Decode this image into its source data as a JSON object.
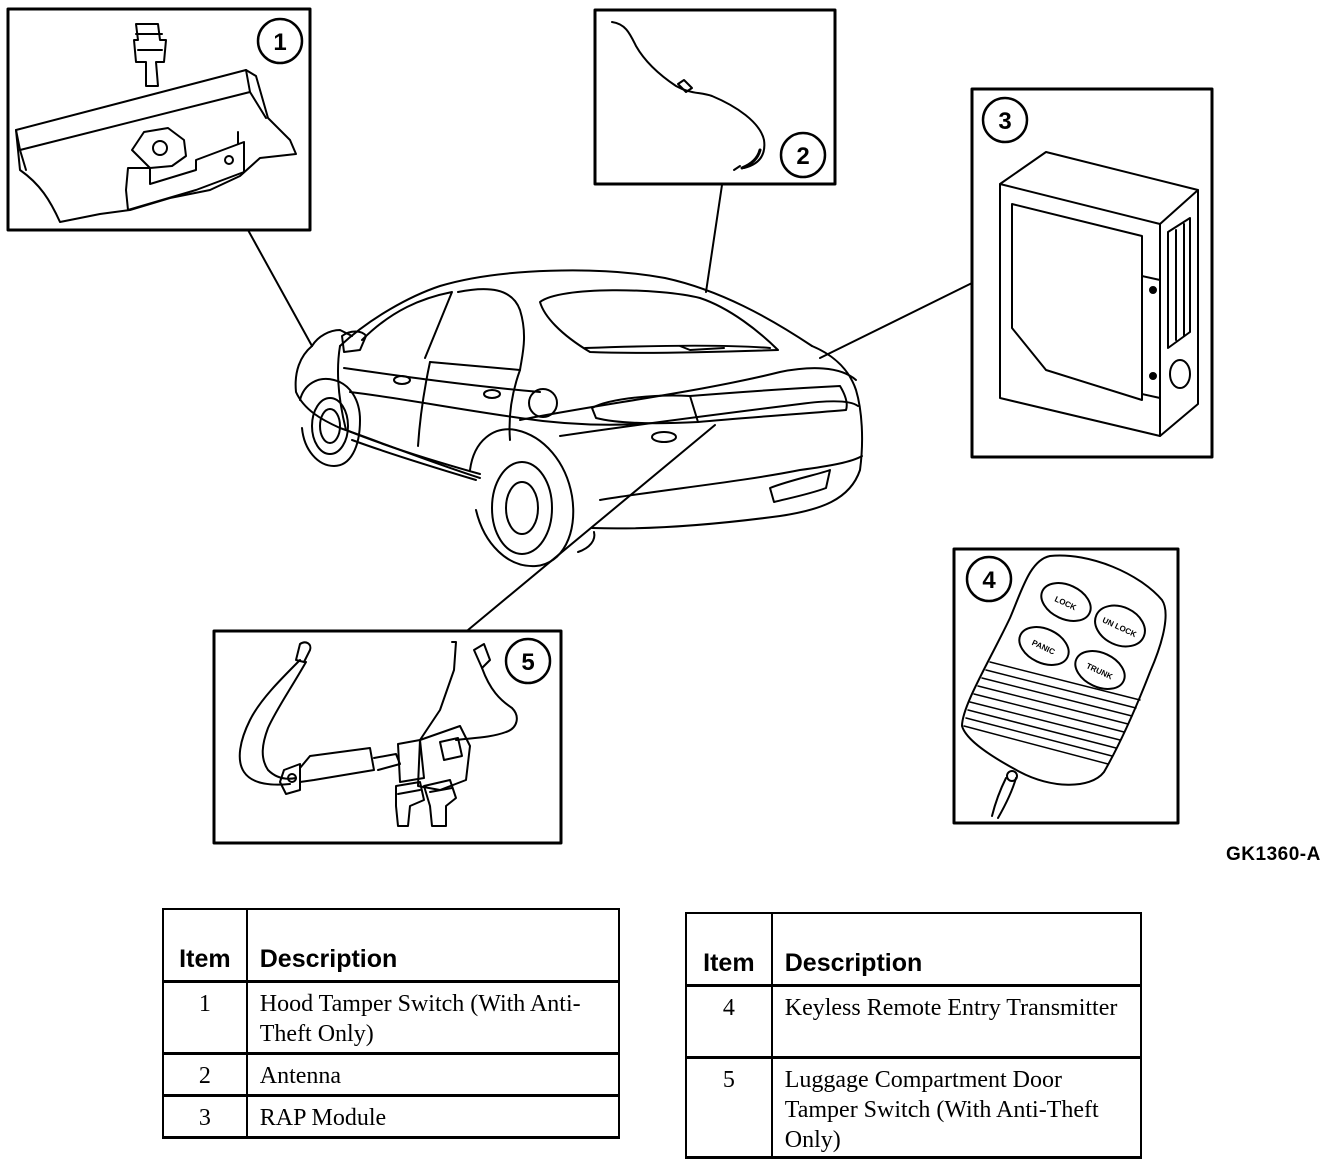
{
  "callouts": [
    "1",
    "2",
    "3",
    "4",
    "5"
  ],
  "figure_ref": "GK1360-A",
  "remote_buttons": [
    "LOCK",
    "UN LOCK",
    "PANIC",
    "TRUNK"
  ],
  "tables": [
    {
      "headers": {
        "item": "Item",
        "description": "Description"
      },
      "rows": [
        {
          "item": "1",
          "description": "Hood Tamper Switch (With Anti-Theft Only)"
        },
        {
          "item": "2",
          "description": "Antenna"
        },
        {
          "item": "3",
          "description": "RAP Module"
        }
      ]
    },
    {
      "headers": {
        "item": "Item",
        "description": "Description"
      },
      "rows": [
        {
          "item": "4",
          "description": "Keyless Remote Entry Transmitter"
        },
        {
          "item": "5",
          "description": "Luggage Compartment Door Tamper Switch (With Anti-Theft Only)"
        }
      ]
    }
  ]
}
